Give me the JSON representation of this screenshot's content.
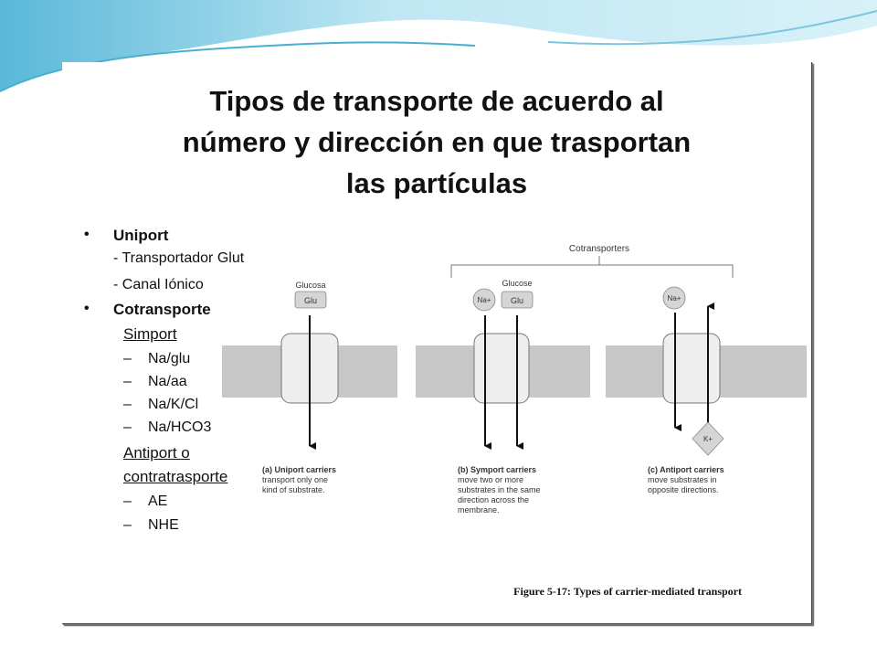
{
  "title": {
    "line1": "Tipos de transporte de acuerdo al",
    "line2": "número y dirección en que trasportan",
    "line3": "las partículas"
  },
  "bullets": {
    "uniport": "Uniport",
    "uniport_sub1": "- Transportador Glut",
    "uniport_sub2": "- Canal Iónico",
    "cotransporte": "Cotransporte",
    "simport": "Simport ",
    "simport_items": [
      "Na/glu",
      "Na/aa",
      "Na/K/Cl",
      "Na/HCO3"
    ],
    "antiport_line1": "Antiport o",
    "antiport_line2": "contratrasporte",
    "antiport_items": [
      "AE",
      "NHE"
    ],
    "bullet_glyph": "•",
    "dash_glyph": "–"
  },
  "diagram": {
    "cotransporters_label": "Cotransporters",
    "uniport": {
      "substrate_label": "Glucosa",
      "molecule": "Glu",
      "caption_title": "(a) Uniport carriers",
      "caption_lines": [
        "transport only one",
        "kind of substrate."
      ]
    },
    "symport": {
      "substrate_label": "Glucose",
      "ion": "Na+",
      "molecule": "Glu",
      "caption_title": "(b) Symport carriers",
      "caption_lines": [
        "move two or more",
        "substrates in the same",
        "direction across the",
        "membrane."
      ]
    },
    "antiport": {
      "ion_in": "Na+",
      "ion_out": "K+",
      "caption_title": "(c) Antiport carriers",
      "caption_lines": [
        "move substrates in",
        "opposite directions."
      ]
    },
    "figure_caption": "Figure 5-17: Types of carrier-mediated transport"
  },
  "colors": {
    "membrane": "#c7c7c7",
    "carrier": "#eeeeee",
    "wave_light": "#bfe6f2",
    "wave_dark": "#5cb9d8"
  }
}
